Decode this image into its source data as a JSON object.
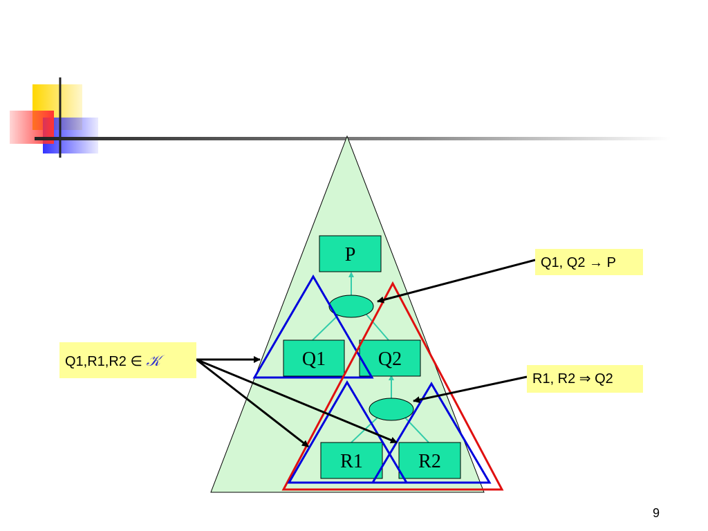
{
  "nodes": {
    "p": "P",
    "q1": "Q1",
    "q2": "Q2",
    "r1": "R1",
    "r2": "R2"
  },
  "labels": {
    "q1q2_implies_p": "Q1, Q2 → P",
    "r1r2_implies_q2": "R1, R2 ⇒ Q2",
    "set_membership_text": "Q1,R1,R2 ∈ ",
    "set_symbol": "𝒦"
  },
  "page_number": "9",
  "colors": {
    "big_triangle_fill": "#d4f7d4",
    "node_fill": "#19e3a5",
    "connector": "#33ccaa",
    "blue_triangle": "#0000dd",
    "red_triangle": "#e01010",
    "label_fill": "#ffff99",
    "accent_yellow": "#ffd700",
    "accent_red": "#ff3333",
    "accent_blue": "#3333ff"
  }
}
